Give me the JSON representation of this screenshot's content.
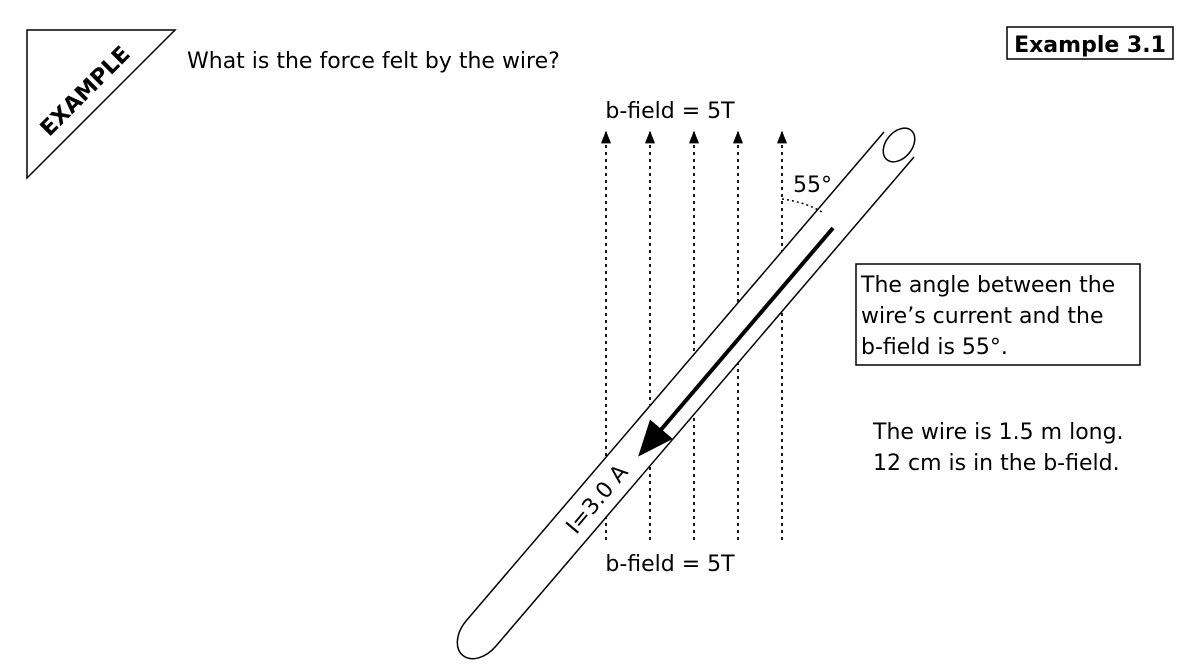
{
  "badge": {
    "label": "EXAMPLE"
  },
  "example_number": "Example 3.1",
  "question": "What is the force felt by the wire?",
  "field_label_top": "b-field = 5T",
  "field_label_bottom": "b-field = 5T",
  "angle_label": "55°",
  "current_label": "I=3.0 A",
  "info_box": {
    "lines": [
      "The angle between the",
      "wire’s current and the",
      "b-field is 55°."
    ]
  },
  "wire_note": {
    "lines": [
      "The wire is 1.5 m long.",
      "12 cm is in the b-field."
    ]
  },
  "colors": {
    "ink": "#000000",
    "background": "#ffffff"
  }
}
